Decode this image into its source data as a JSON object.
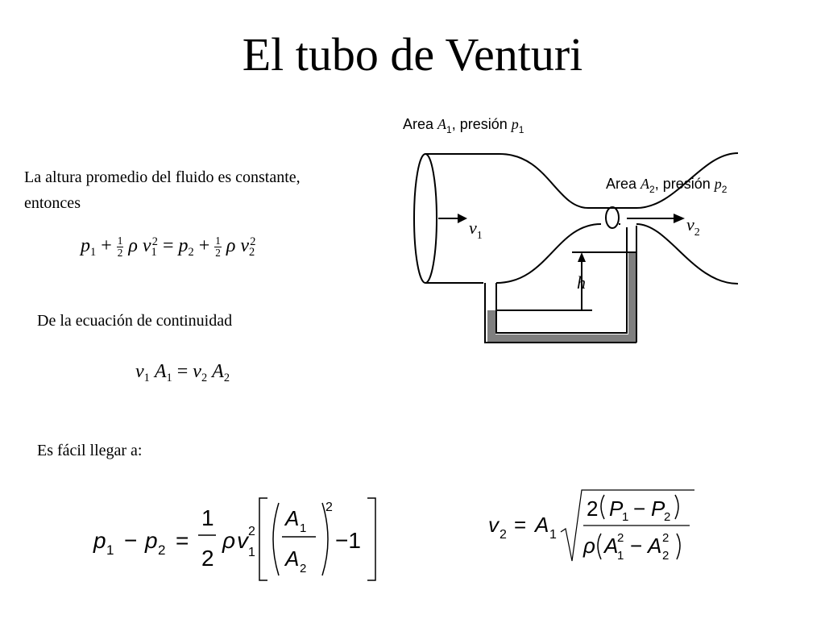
{
  "slide": {
    "title": "El tubo de Venturi",
    "paragraph_1": "La altura promedio del fluido es constante, entonces",
    "paragraph_2": "De la ecuación de continuidad",
    "paragraph_3": "Es fácil llegar a:"
  },
  "equations": {
    "bernoulli": "p1 + ½ ρ v1² = p2 + ½ ρ v2²",
    "continuity": "v1 A1 = v2 A2",
    "pressure_difference": "p1 − p2 = ½ ρ v1² [ (A1/A2)² − 1 ]",
    "velocity": "v2 = A1 √( 2(P1 − P2) / ρ(A1² − A2²) )"
  },
  "diagram": {
    "label_area_1": "Area A1, presión p1",
    "label_area_2": "Area A2, presión p2",
    "label_v1": "v1",
    "label_v2": "v2",
    "label_h": "h",
    "fluid_color": "#7f7f7f"
  }
}
